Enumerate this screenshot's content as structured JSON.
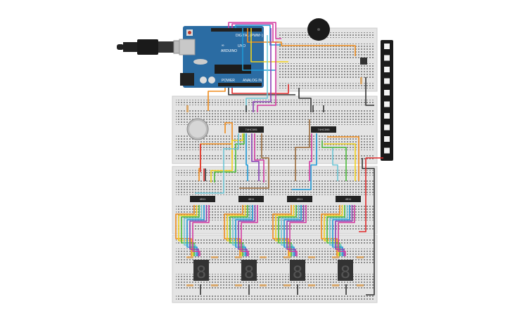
{
  "canvas": {
    "background": "#ffffff"
  },
  "arduino": {
    "board_label": "UNO",
    "brand_label": "ARDUINO",
    "digital_label": "DIGITAL (PWM~)",
    "power_label": "POWER",
    "analog_label": "ANALOG IN",
    "color": "#2b6ca3"
  },
  "shift_registers": [
    {
      "label": "74HC595"
    },
    {
      "label": "74HC595"
    }
  ],
  "decoders": [
    {
      "label": "4511"
    },
    {
      "label": "4511"
    },
    {
      "label": "4511"
    },
    {
      "label": "4511"
    }
  ],
  "displays": [
    {
      "digit": "8"
    },
    {
      "digit": "8"
    },
    {
      "digit": "8"
    },
    {
      "digit": "8"
    }
  ],
  "components": {
    "buzzer": "piezo-buzzer",
    "potentiometer": "potentiometer",
    "led_strip": "neopixel-strip",
    "pushbutton": "pushbutton"
  },
  "wire_colors": {
    "orange": "#f08c1c",
    "yellow": "#f2d21c",
    "green": "#4cbb3a",
    "cyan": "#6cc6d6",
    "blue": "#1e9ad6",
    "purple": "#8a3fb5",
    "magenta": "#d23aa0",
    "brown": "#9a6a3a",
    "red": "#e02a2a",
    "black": "#333333"
  }
}
